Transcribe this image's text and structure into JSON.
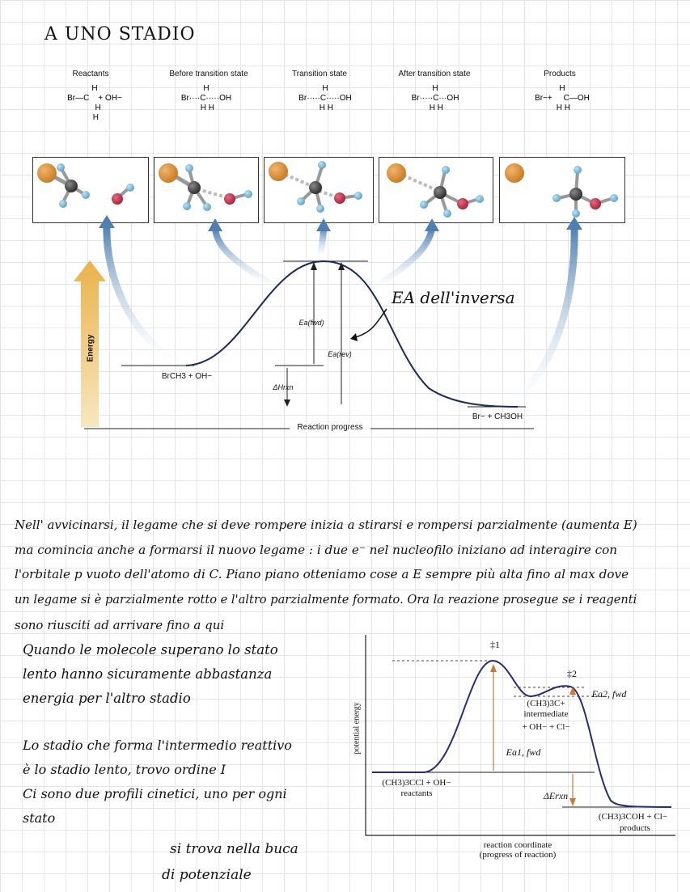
{
  "title": "A UNO STADIO",
  "stages": [
    {
      "label": "Reactants",
      "formula": "H\nBr—C    + OH−\n   H\n H"
    },
    {
      "label": "Before transition state",
      "formula": "H\nBr····C·····OH\n H H"
    },
    {
      "label": "Transition state",
      "formula": "H\nBr·····C·····OH\n H H"
    },
    {
      "label": "After transition state",
      "formula": "H\nBr·····C···OH\n H H"
    },
    {
      "label": "Products",
      "formula": "H\nBr−+     C—OH\n H H"
    }
  ],
  "diagram1": {
    "energy_axis": "Energy",
    "reactants": "BrCH3 + OH−",
    "products": "Br− + CH3OH",
    "x_axis": "Reaction progress",
    "ea_fwd": "Ea(fwd)",
    "ea_rev": "Ea(rev)",
    "dh": "ΔHrxn",
    "annotation": "EA dell'inversa"
  },
  "paragraph": [
    "Nell' avvicinarsi, il legame che si deve rompere inizia a stirarsi e rompersi parzialmente (aumenta E)",
    "ma comincia anche a formarsi il nuovo legame : i due e⁻ nel nucleofilo iniziano ad interagire con",
    "l'orbitale p vuoto dell'atomo di C. Piano piano otteniamo cose a E sempre più alta fino al max dove",
    "un legame si è parzialmente rotto e l'altro parzialmente formato. Ora la reazione prosegue se i reagenti",
    "sono riusciti ad arrivare fino a qui"
  ],
  "notes": {
    "slow": [
      "Quando le molecole superano lo stato",
      "lento hanno sicuramente abbastanza",
      "energia per l'altro stadio"
    ],
    "order": [
      "Lo stadio che forma l'intermedio reattivo",
      "è lo stadio lento, trovo ordine I",
      "Ci sono due profili cinetici, uno per ogni",
      "stato"
    ],
    "well": [
      "si trova nella buca",
      "di potenziale"
    ]
  },
  "diagram2": {
    "y_axis": "potential energy",
    "x_axis_line1": "reaction coordinate",
    "x_axis_line2": "(progress of reaction)",
    "ts1": "‡1",
    "ts2": "‡2",
    "intermediate_line1": "(CH3)3C+",
    "intermediate_line2": "intermediate",
    "intermediate_line3": "+ OH− + Cl−",
    "reactants_line1": "(CH3)3CCl + OH−",
    "reactants_line2": "reactants",
    "products_line1": "(CH3)3COH + Cl−",
    "products_line2": "products",
    "ea1": "Ea1, fwd",
    "ea2": "Ea2, fwd",
    "de": "ΔErxn"
  },
  "colors": {
    "curve": "#2b2b72",
    "arrow_orange": "#c97a3a",
    "arrow_blue": "#4f7fb0",
    "energy_arrow": "#f1d48a"
  }
}
